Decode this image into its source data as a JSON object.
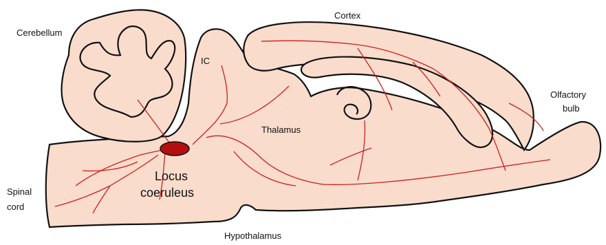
{
  "labels": {
    "cortex": "Cortex",
    "cerebellum": "Cerebellum",
    "ic": "IC",
    "olfactory_line1": "Olfactory",
    "olfactory_line2": "bulb",
    "thalamus": "Thalamus",
    "locus_line1": "Locus",
    "locus_line2": "coeruleus",
    "spinal_line1": "Spinal",
    "spinal_line2": "cord",
    "hypothalamus": "Hypothalamus"
  },
  "colors": {
    "tissue_fill": "#f9dccb",
    "outline": "#111111",
    "projection_line": "#cc1f1f",
    "locus_fill": "#b30f0f"
  }
}
